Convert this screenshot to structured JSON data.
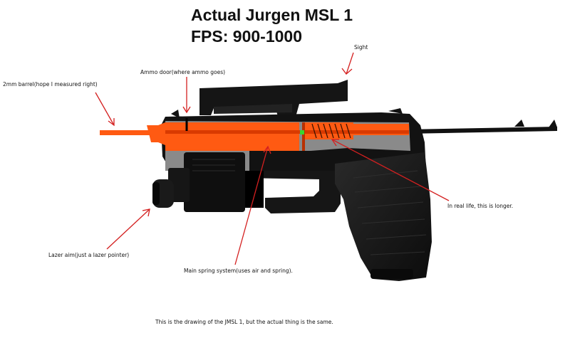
{
  "title": {
    "line1": "Actual Jurgen MSL 1",
    "line2": "FPS: 900-1000"
  },
  "labels": {
    "sight": "Sight",
    "ammo_door": "Ammo door(where ammo goes)",
    "barrel": "2mm barrel(hope I measured right)",
    "real_life": "In real life, this is longer.",
    "lazer": "Lazer aim(just a lazer pointer)",
    "spring": "Main spring system(uses air and spring).",
    "caption": "This is the drawing of the JMSL 1, but the actual thing is the same."
  },
  "colors": {
    "barrel_orange": "#ff5a12",
    "slide_gray": "#8a8a8a",
    "frame_black": "#111111",
    "arrow_red": "#d42020",
    "green_dot": "#39d62f"
  }
}
